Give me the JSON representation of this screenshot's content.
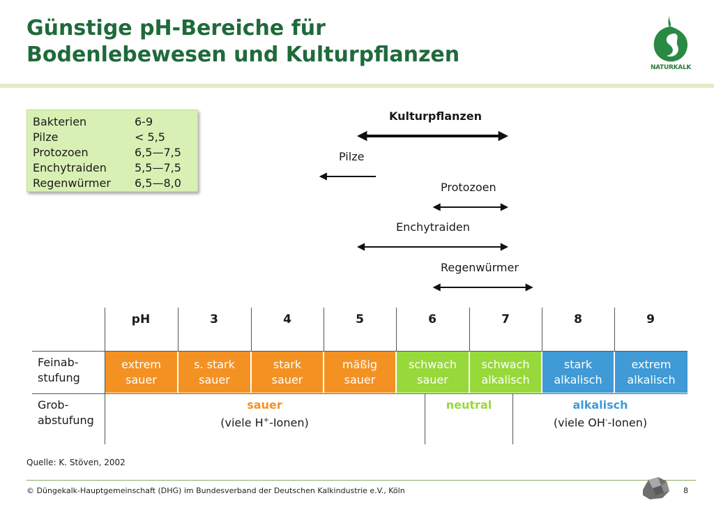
{
  "title": {
    "line1": "Günstige pH-Bereiche für",
    "line2": "Bodenlebewesen und Kulturpflanzen"
  },
  "logo": {
    "text": "NATURKALK",
    "icon": "naturkalk-leaf-icon"
  },
  "legend": [
    {
      "name": "Bakterien",
      "range": "6-9"
    },
    {
      "name": "Pilze",
      "range": "< 5,5"
    },
    {
      "name": "Protozoen",
      "range": "6,5—7,5"
    },
    {
      "name": "Enchytraiden",
      "range": "5,5—7,5"
    },
    {
      "name": "Regenwürmer",
      "range": "6,5—8,0"
    }
  ],
  "ranges": [
    {
      "label": "Kulturpflanzen",
      "from": 5,
      "to": 7,
      "bold": true,
      "left_arrow": true,
      "right_arrow": true
    },
    {
      "label": "Pilze",
      "from": 4.5,
      "to": 5.25,
      "bold": false,
      "left_arrow": true,
      "right_arrow": false
    },
    {
      "label": "Protozoen",
      "from": 6,
      "to": 7,
      "bold": false,
      "left_arrow": true,
      "right_arrow": true
    },
    {
      "label": "Enchytraiden",
      "from": 5,
      "to": 7,
      "bold": false,
      "left_arrow": true,
      "right_arrow": true
    },
    {
      "label": "Regenwürmer",
      "from": 6,
      "to": 7.33,
      "bold": false,
      "left_arrow": true,
      "right_arrow": true
    }
  ],
  "ph_header": [
    "pH",
    "3",
    "4",
    "5",
    "6",
    "7",
    "8",
    "9"
  ],
  "rows": {
    "feinabstufung_label": [
      "Feinab-",
      "stufung"
    ],
    "grobabstufung_label": [
      "Grob-",
      "abstufung"
    ]
  },
  "fine": [
    {
      "line1": "extrem",
      "line2": "sauer",
      "color": "#f39223"
    },
    {
      "line1": "s. stark",
      "line2": "sauer",
      "color": "#f39223"
    },
    {
      "line1": "stark",
      "line2": "sauer",
      "color": "#f39223"
    },
    {
      "line1": "mäßig",
      "line2": "sauer",
      "color": "#f39223"
    },
    {
      "line1": "schwach",
      "line2": "sauer",
      "color": "#97d93a"
    },
    {
      "line1": "schwach",
      "line2": "alkalisch",
      "color": "#97d93a"
    },
    {
      "line1": "stark",
      "line2": "alkalisch",
      "color": "#3f9ad6"
    },
    {
      "line1": "extrem",
      "line2": "alkalisch",
      "color": "#3f9ad6"
    }
  ],
  "coarse": [
    {
      "title": "sauer",
      "sub_pre": "(viele H",
      "sub_sup": "+",
      "sub_post": "-Ionen)",
      "color": "#f39223"
    },
    {
      "title": "neutral",
      "sub_pre": "",
      "sub_sup": "",
      "sub_post": "",
      "color": "#97d93a"
    },
    {
      "title": "alkalisch",
      "sub_pre": "(viele OH",
      "sub_sup": "-",
      "sub_post": "-Ionen)",
      "color": "#3f9ad6"
    }
  ],
  "source": "Quelle: K. Stöven, 2002",
  "footer": "© Düngekalk-Hauptgemeinschaft (DHG) im Bundesverband der Deutschen Kalkindustrie e.V., Köln",
  "page_number": "8"
}
